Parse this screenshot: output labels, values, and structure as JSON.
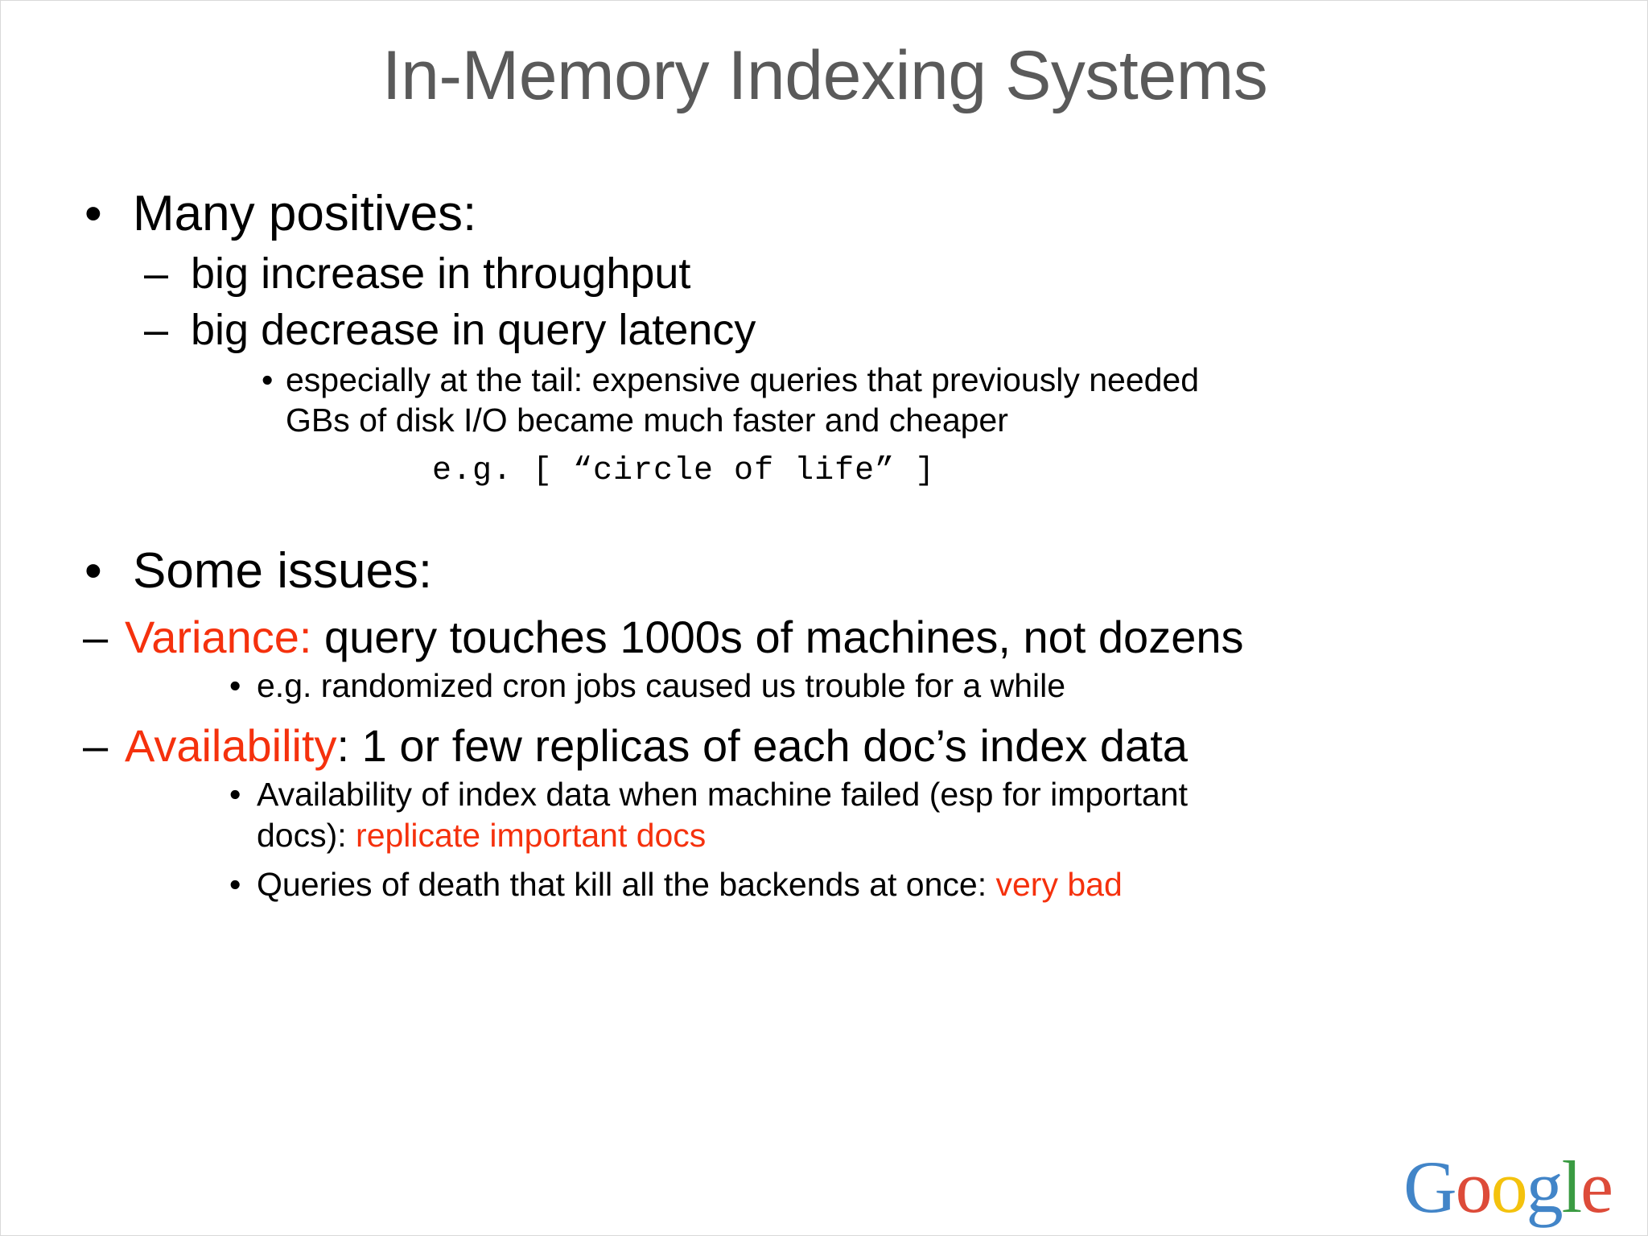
{
  "slide": {
    "title": "In-Memory Indexing Systems",
    "title_color": "#5a5a5a",
    "accent_red": "#f5310d",
    "background": "#ffffff",
    "bullets": {
      "dot": "•",
      "dash": "–",
      "dot_small": "•"
    },
    "content": {
      "positives_heading": "Many positives:",
      "positives_items": [
        "big increase in throughput",
        "big decrease in query latency"
      ],
      "tail_note_line1": "especially at the tail: expensive queries that previously needed",
      "tail_note_line2": "GBs of disk I/O became much faster and cheaper",
      "code_example": "e.g. [ “circle of life” ]",
      "issues_heading": "Some issues:",
      "variance_label": "Variance:",
      "variance_text": " query touches 1000s of machines, not dozens",
      "variance_sub": "e.g. randomized cron jobs caused us trouble for a while",
      "availability_label": "Availability",
      "availability_text": ": 1 or few replicas of each doc’s index data",
      "availability_sub_line1": "Availability of index data when machine failed (esp for important",
      "availability_sub_line2_black": "docs): ",
      "availability_sub_line2_red": "replicate important docs",
      "qod_black": "Queries of death that kill all the backends at once: ",
      "qod_red": "very bad"
    }
  },
  "logo": {
    "name": "Google",
    "letters": [
      {
        "char": "G",
        "color": "#4285c8"
      },
      {
        "char": "o",
        "color": "#dd4b39"
      },
      {
        "char": "o",
        "color": "#f4c20d"
      },
      {
        "char": "g",
        "color": "#4285c8"
      },
      {
        "char": "l",
        "color": "#3a9b42"
      },
      {
        "char": "e",
        "color": "#dd4b39"
      }
    ]
  }
}
